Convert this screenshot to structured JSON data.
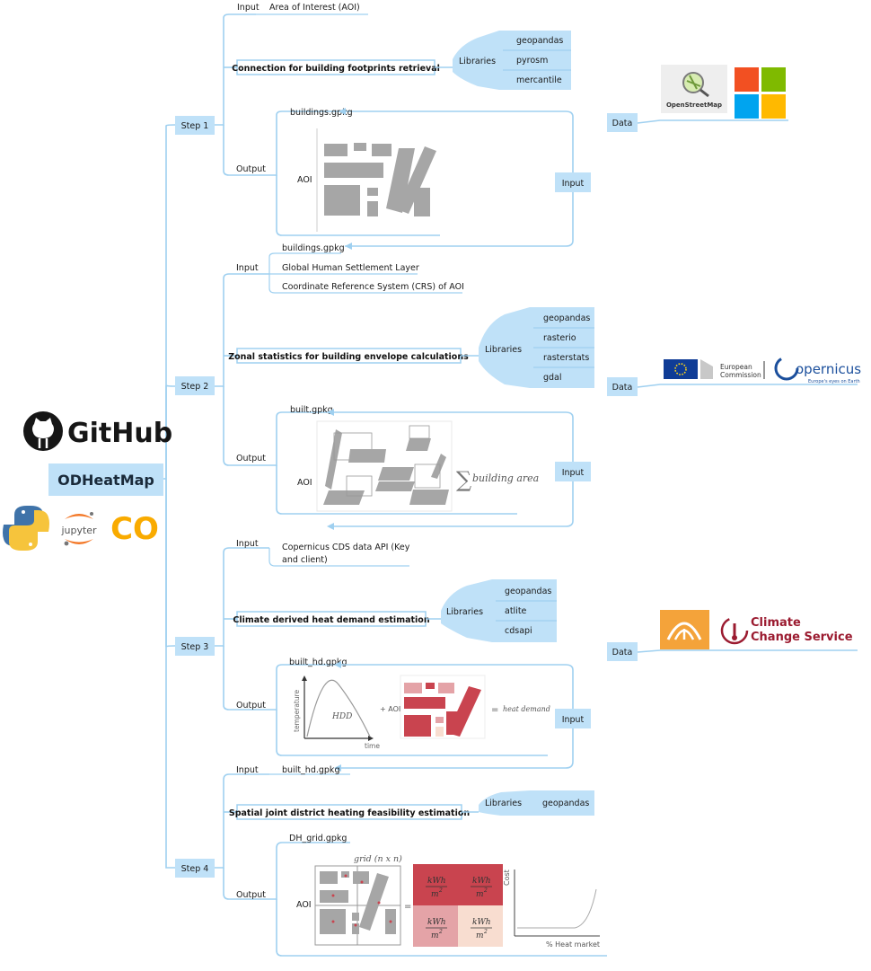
{
  "central": {
    "title": "ODHeatMap",
    "github_label": "GitHub",
    "jupyter_label": "jupyter",
    "colab_label": "CO"
  },
  "step1": {
    "label": "Step 1",
    "input_label": "Input",
    "input_item": "Area of Interest (AOI)",
    "task": "Connection for building footprints retrieval",
    "libraries_label": "Libraries",
    "libraries": [
      "geopandas",
      "pyrosm",
      "mercantile"
    ],
    "output_label": "Output",
    "output_file": "buildings.gpkg",
    "aoi_label": "AOI",
    "feedback_label": "Input",
    "data_label": "Data",
    "data_logos": [
      "OpenStreetMap"
    ]
  },
  "step2": {
    "label": "Step 2",
    "input_label": "Input",
    "input_items": [
      "buildings.gpkg",
      "Global Human Settlement Layer",
      "Coordinate Reference System (CRS) of AOI"
    ],
    "task": "Zonal statistics for building envelope calculations",
    "libraries_label": "Libraries",
    "libraries": [
      "geopandas",
      "rasterio",
      "rasterstats",
      "gdal"
    ],
    "output_label": "Output",
    "output_file": "built.gpkg",
    "aoi_label": "AOI",
    "sum_label": "building area",
    "feedback_label": "Input",
    "data_label": "Data",
    "data_logos": [
      "European",
      "Commission",
      "opernicus",
      "Europe's eyes on Earth"
    ]
  },
  "step3": {
    "label": "Step 3",
    "input_label": "Input",
    "input_item_line1": "Copernicus CDS data API (Key",
    "input_item_line2": "and client)",
    "task": "Climate derived heat demand estimation",
    "libraries_label": "Libraries",
    "libraries": [
      "geopandas",
      "atlite",
      "cdsapi"
    ],
    "output_label": "Output",
    "output_file": "built_hd.gpkg",
    "y_axis": "temperature",
    "x_axis": "time",
    "curve_label": "HDD",
    "plus_aoi": "+ AOI",
    "equals": "=",
    "result_label": "heat demand",
    "feedback_label": "Input",
    "data_label": "Data",
    "data_logos": [
      "Climate",
      "Change Service"
    ]
  },
  "step4": {
    "label": "Step 4",
    "input_label": "Input",
    "input_item": "built_hd.gpkg",
    "task": "Spatial joint district heating feasibility estimation",
    "libraries_label": "Libraries",
    "libraries": [
      "geopandas"
    ],
    "output_label": "Output",
    "output_file": "DH_grid.gpkg",
    "grid_label": "grid (n x n)",
    "aoi_label": "AOI",
    "equals": "=",
    "cell_num": "kWh",
    "cell_den": "m",
    "cell_exp": "2",
    "cost_axis": "Cost",
    "market_axis": "% Heat market"
  },
  "colors": {
    "node": "#bfe1f8",
    "line": "#9fd0f0",
    "building": "#a6a6a6",
    "heat_dark": "#c9444f",
    "heat_mid": "#e4a3a7",
    "heat_light": "#f8ddd0"
  }
}
